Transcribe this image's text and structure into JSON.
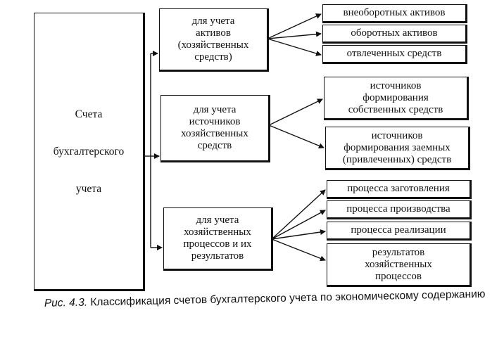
{
  "root": {
    "lines": [
      "Счета",
      "бухгалтерского",
      "учета"
    ]
  },
  "groups": [
    {
      "label": "для учета\nактивов\n(хозяйственных\nсредств)",
      "children": [
        "внеоборотных активов",
        "оборотных активов",
        "отвлеченных средств"
      ]
    },
    {
      "label": "для учета\nисточников\nхозяйственных\nсредств",
      "children": [
        "источников\nформирования\nсобственных средств",
        "источников\nформирования заемных\n(привлеченных) средств"
      ]
    },
    {
      "label": "для учета\nхозяйственных\nпроцессов и их\nрезультатов",
      "children": [
        "процесса заготовления",
        "процесса производства",
        "процесса реализации",
        "результатов\nхозяйственных\nпроцессов"
      ]
    }
  ],
  "caption": {
    "figure": "Рис. 4.3.",
    "text": "Классификация счетов бухгалтерского учета по экономическому содержанию"
  }
}
